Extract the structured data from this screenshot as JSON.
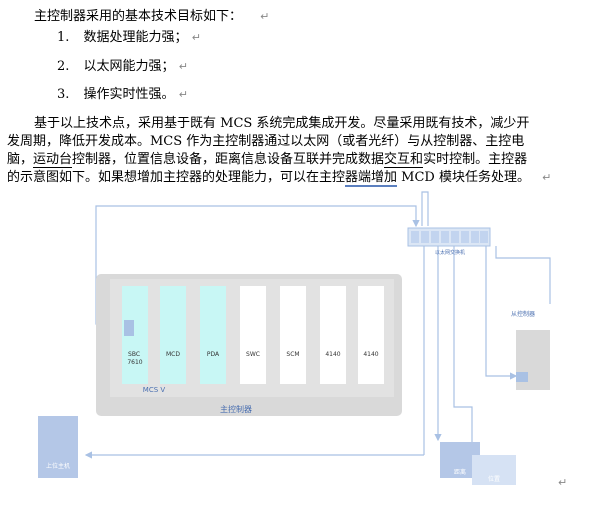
{
  "intro": "主控制器采用的基本技术目标如下：",
  "list": [
    {
      "num": "1.",
      "text": "数据处理能力强；"
    },
    {
      "num": "2.",
      "text": "以太网能力强；"
    },
    {
      "num": "3.",
      "text": "操作实时性强。"
    }
  ],
  "para": {
    "l1": "基于以上技术点，采用基于既有 MCS 系统完成集成开发。尽量采用既有技术，减少开",
    "l2": "发周期，降低开发成本。MCS 作为主控制器通过以太网（或者光纤）与从控制器、主控电",
    "l3_a": "脑，",
    "l3_u1": "运动台",
    "l3_b": "控制器，位置信息设备，距离信息设备互联并完成数据",
    "l3_u2": "交互和",
    "l3_c": "实时控制。主控器",
    "l4_a": "的示意图如下。如果想增加主控器的处理能力，可以在主控",
    "l4_u": "器端增加",
    "l4_b": " MCD 模块任务处理。"
  },
  "para_mark": "↵",
  "diagram": {
    "modules": [
      "SBC\n7610",
      "MCD",
      "PDA",
      "SWC",
      "SCM",
      "4140",
      "4140"
    ],
    "chassis_label": "MCS V",
    "main_label": "主控制器",
    "switch_label": "以太网交换机",
    "slave_label": "从控制器",
    "host_label": "上位主机",
    "dist_label": "距离",
    "pos_label": "位置"
  }
}
